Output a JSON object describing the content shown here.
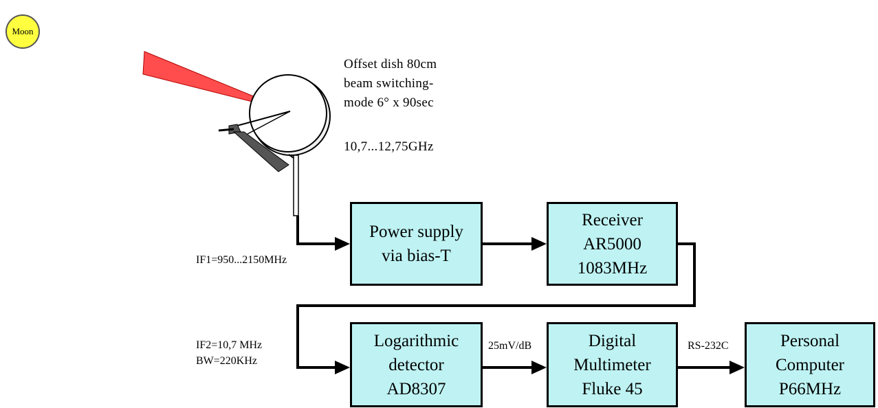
{
  "moon": {
    "label": "Moon"
  },
  "antenna": {
    "line1": "Offset dish 80cm",
    "line2": "beam switching-",
    "line3": "mode 6° x 90sec",
    "freq": "10,7...12,75GHz"
  },
  "labels": {
    "if1": "IF1=950...2150MHz",
    "if2": "IF2=10,7 MHz",
    "bw": "BW=220KHz",
    "detector_out": "25mV/dB",
    "serial": "RS-232C"
  },
  "blocks": {
    "power_supply": [
      "Power supply",
      "via bias-T"
    ],
    "receiver": [
      "Receiver",
      "AR5000",
      "1083MHz"
    ],
    "detector": [
      "Logarithmic",
      "detector",
      "AD8307"
    ],
    "multimeter": [
      "Digital",
      "Multimeter",
      "Fluke 45"
    ],
    "computer": [
      "Personal",
      "Computer",
      "P66MHz"
    ]
  },
  "colors": {
    "block_fill": "#bff3f3",
    "moon_fill": "#ffff40",
    "beam": "#ff4d4d"
  }
}
